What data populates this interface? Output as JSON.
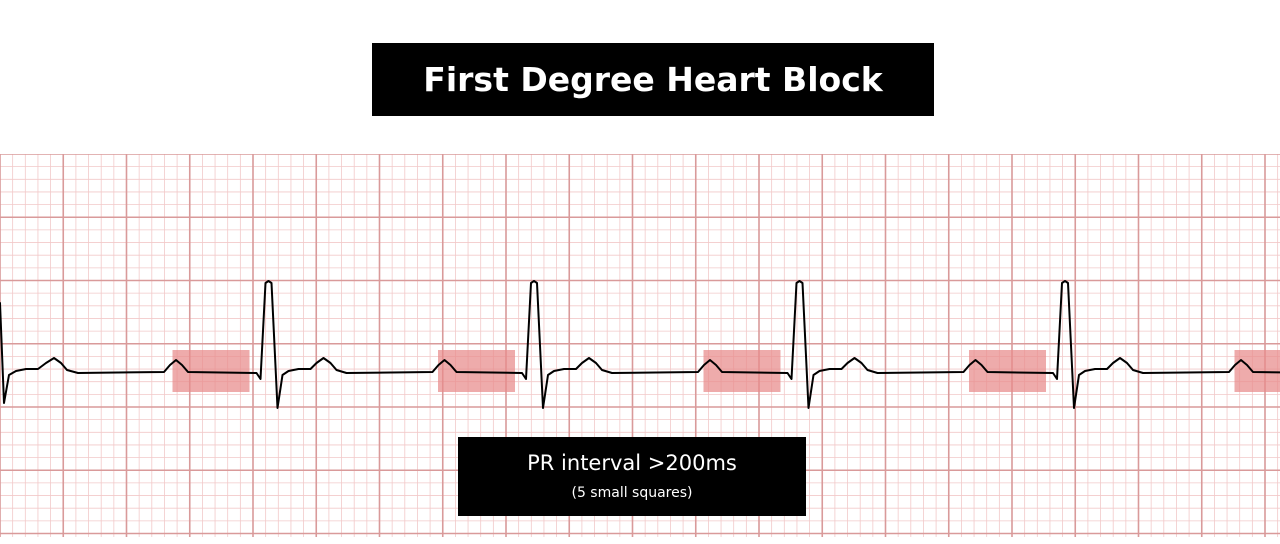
{
  "title": "First Degree Heart Block",
  "caption": {
    "main": "PR interval >200ms",
    "sub": "(5 small squares)"
  },
  "colors": {
    "grid_minor": "#f2c9c9",
    "grid_major": "#d99a9a",
    "pr_highlight": "#e88a8a",
    "trace": "#000000",
    "label_bg": "#000000",
    "label_text": "#ffffff"
  },
  "ecg": {
    "rhythm": "first-degree-heart-block",
    "beat_count": 5,
    "highlighted_intervals": 5
  }
}
